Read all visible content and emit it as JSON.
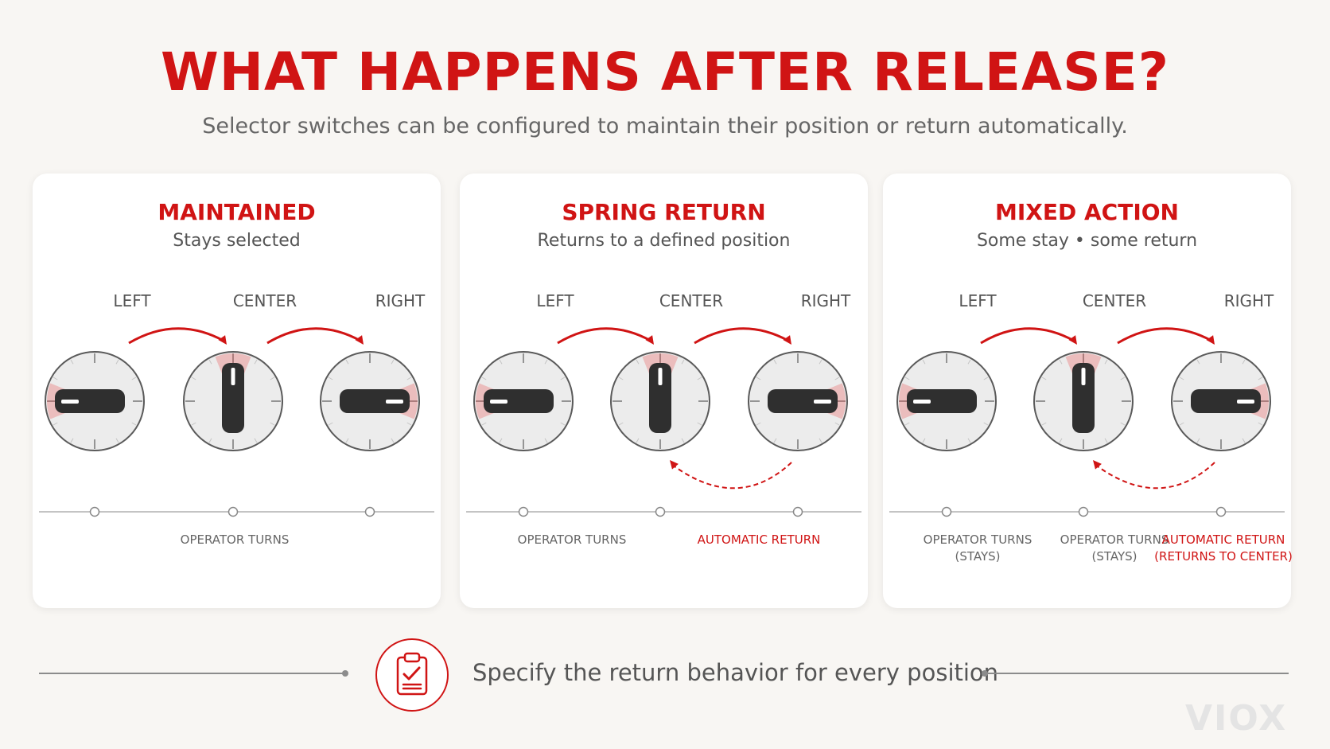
{
  "title": "WHAT HAPPENS AFTER RELEASE?",
  "subtitle": "Selector switches can be configured to maintain their position or return automatically.",
  "colors": {
    "accent": "#d01414",
    "knob": "#2f2f2f",
    "dial": "#ececec",
    "background": "#f8f6f3"
  },
  "positions": [
    "LEFT",
    "CENTER",
    "RIGHT"
  ],
  "cards": [
    {
      "title": "MAINTAINED",
      "subtitle": "Stays selected",
      "spring_return_arrow": false,
      "captions": [
        {
          "lines": [
            "OPERATOR TURNS"
          ],
          "style": "normal",
          "under": "center"
        }
      ]
    },
    {
      "title": "SPRING RETURN",
      "subtitle": "Returns to a defined position",
      "spring_return_arrow": true,
      "captions": [
        {
          "lines": [
            "OPERATOR TURNS"
          ],
          "style": "normal",
          "under": "left-center"
        },
        {
          "lines": [
            "AUTOMATIC RETURN"
          ],
          "style": "accent",
          "under": "center-right"
        }
      ]
    },
    {
      "title": "MIXED ACTION",
      "subtitle": "Some stay • some return",
      "spring_return_arrow": true,
      "captions": [
        {
          "lines": [
            "OPERATOR TURNS",
            "(STAYS)"
          ],
          "style": "normal",
          "under": "left"
        },
        {
          "lines": [
            "OPERATOR TURNS",
            "(STAYS)"
          ],
          "style": "normal",
          "under": "center"
        },
        {
          "lines": [
            "AUTOMATIC RETURN",
            "(RETURNS TO CENTER)"
          ],
          "style": "accent",
          "under": "right"
        }
      ]
    }
  ],
  "footer": {
    "text": "Specify the return behavior for every position",
    "icon": "clipboard-check-icon"
  },
  "watermark": "VIOX"
}
